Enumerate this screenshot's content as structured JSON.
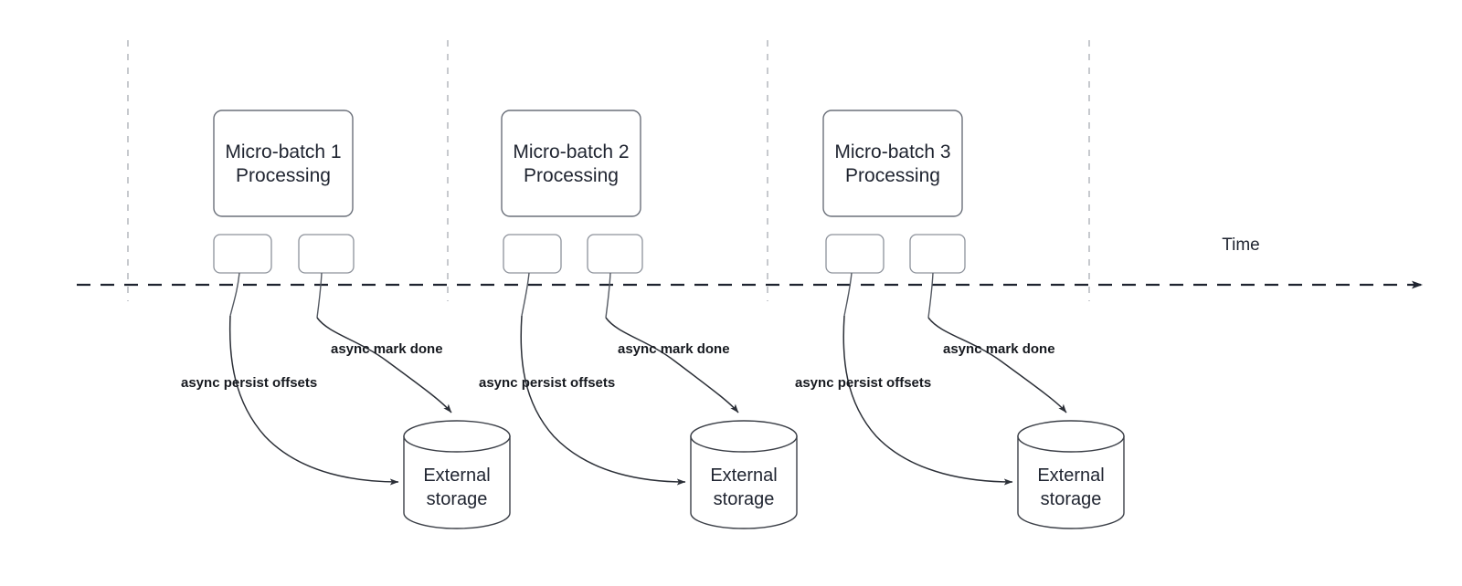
{
  "diagram": {
    "title": "Micro-batch processing timeline with async offset persistence",
    "background": "#ffffff",
    "stroke_color": "#3b3f47",
    "lifeline_color": "#b9bcc2",
    "text_color": "#1f2430",
    "timeline": {
      "axis_label": "Time",
      "style": "dashed-arrow",
      "direction": "left-to-right"
    },
    "groups": [
      {
        "id": "batch-1",
        "process_label_line1": "Micro-batch 1",
        "process_label_line2": "Processing",
        "storage_label_line1": "External",
        "storage_label_line2": "storage",
        "edges": [
          {
            "id": "persist-1",
            "label": "async persist offsets"
          },
          {
            "id": "mark-done-1",
            "label": "async mark done"
          }
        ]
      },
      {
        "id": "batch-2",
        "process_label_line1": "Micro-batch 2",
        "process_label_line2": "Processing",
        "storage_label_line1": "External",
        "storage_label_line2": "storage",
        "edges": [
          {
            "id": "persist-2",
            "label": "async persist offsets"
          },
          {
            "id": "mark-done-2",
            "label": "async mark done"
          }
        ]
      },
      {
        "id": "batch-3",
        "process_label_line1": "Micro-batch 3",
        "process_label_line2": "Processing",
        "storage_label_line1": "External",
        "storage_label_line2": "storage",
        "edges": [
          {
            "id": "persist-3",
            "label": "async persist offsets"
          },
          {
            "id": "mark-done-3",
            "label": "async mark done"
          }
        ]
      }
    ]
  }
}
